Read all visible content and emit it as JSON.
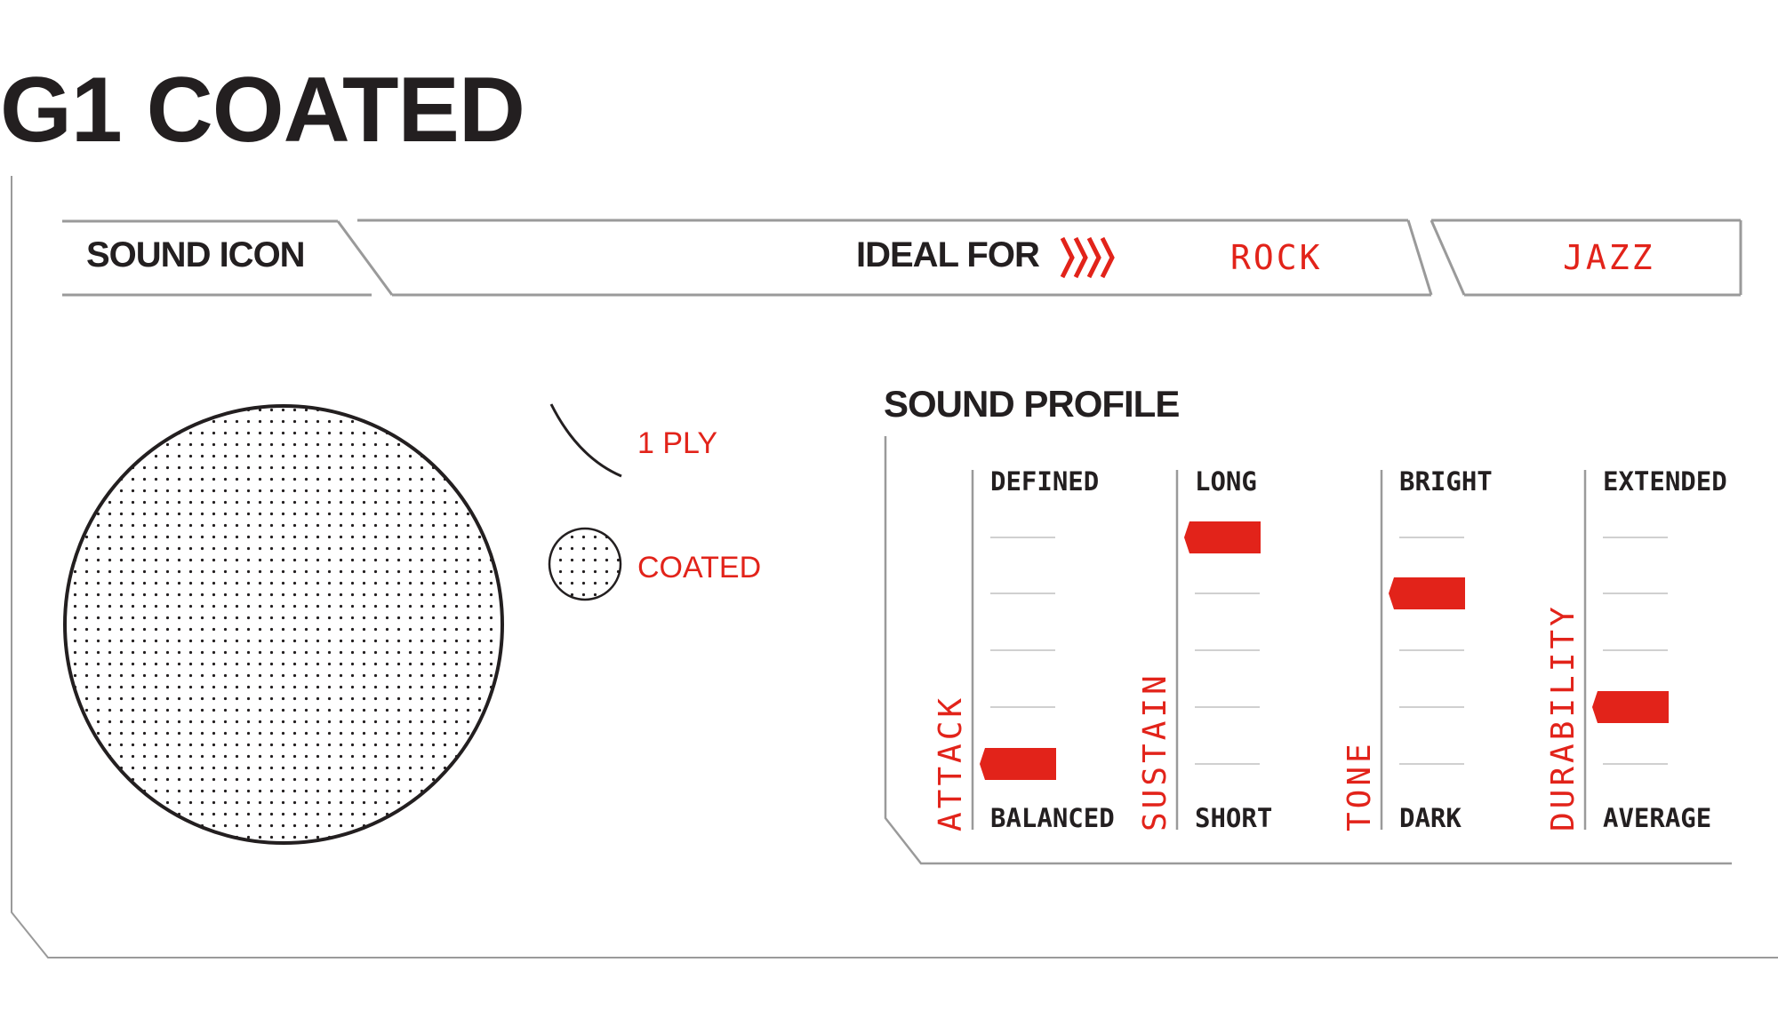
{
  "title": "G1 COATED",
  "tabs": {
    "sound_icon": "SOUND ICON",
    "ideal_for": "IDEAL FOR",
    "genres": [
      "ROCK",
      "JAZZ"
    ]
  },
  "sound_icon": {
    "ply_label": "1 PLY",
    "finish_label": "COATED"
  },
  "sound_profile": {
    "title": "SOUND PROFILE",
    "scale_steps": 5,
    "metrics": [
      {
        "name": "ATTACK",
        "top": "DEFINED",
        "bottom": "BALANCED",
        "level": 1
      },
      {
        "name": "SUSTAIN",
        "top": "LONG",
        "bottom": "SHORT",
        "level": 5
      },
      {
        "name": "TONE",
        "top": "BRIGHT",
        "bottom": "DARK",
        "level": 4
      },
      {
        "name": "DURABILITY",
        "top": "EXTENDED",
        "bottom": "AVERAGE",
        "level": 2
      }
    ]
  },
  "colors": {
    "accent": "#e2231a",
    "text": "#231f20",
    "rule": "#9a9a9a"
  }
}
